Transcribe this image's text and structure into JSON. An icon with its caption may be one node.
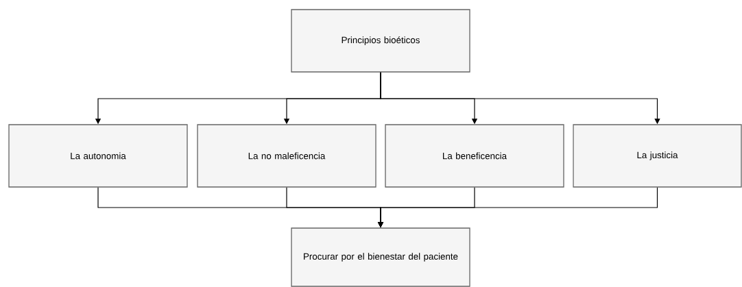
{
  "diagram": {
    "nodes": [
      {
        "text": [
          "Principios bioéticos"
        ]
      },
      {
        "text": [
          "La autonomia"
        ]
      },
      {
        "text": [
          "La no maleficencia"
        ]
      },
      {
        "text": [
          "La beneficencia"
        ]
      },
      {
        "text": [
          "La justicia"
        ]
      },
      {
        "text": [
          "Procurar por el bienestar del paciente"
        ]
      }
    ],
    "edges": [
      {
        "from": 0,
        "to": 1,
        "arrow": "to"
      },
      {
        "from": 0,
        "to": 2,
        "arrow": "to"
      },
      {
        "from": 0,
        "to": 3,
        "arrow": "to"
      },
      {
        "from": 0,
        "to": 4,
        "arrow": "to"
      },
      {
        "from": 1,
        "to": 5,
        "arrow": "to"
      },
      {
        "from": 2,
        "to": 5,
        "arrow": "to"
      },
      {
        "from": 3,
        "to": 5,
        "arrow": "to"
      },
      {
        "from": 4,
        "to": 5,
        "arrow": "to"
      }
    ]
  }
}
